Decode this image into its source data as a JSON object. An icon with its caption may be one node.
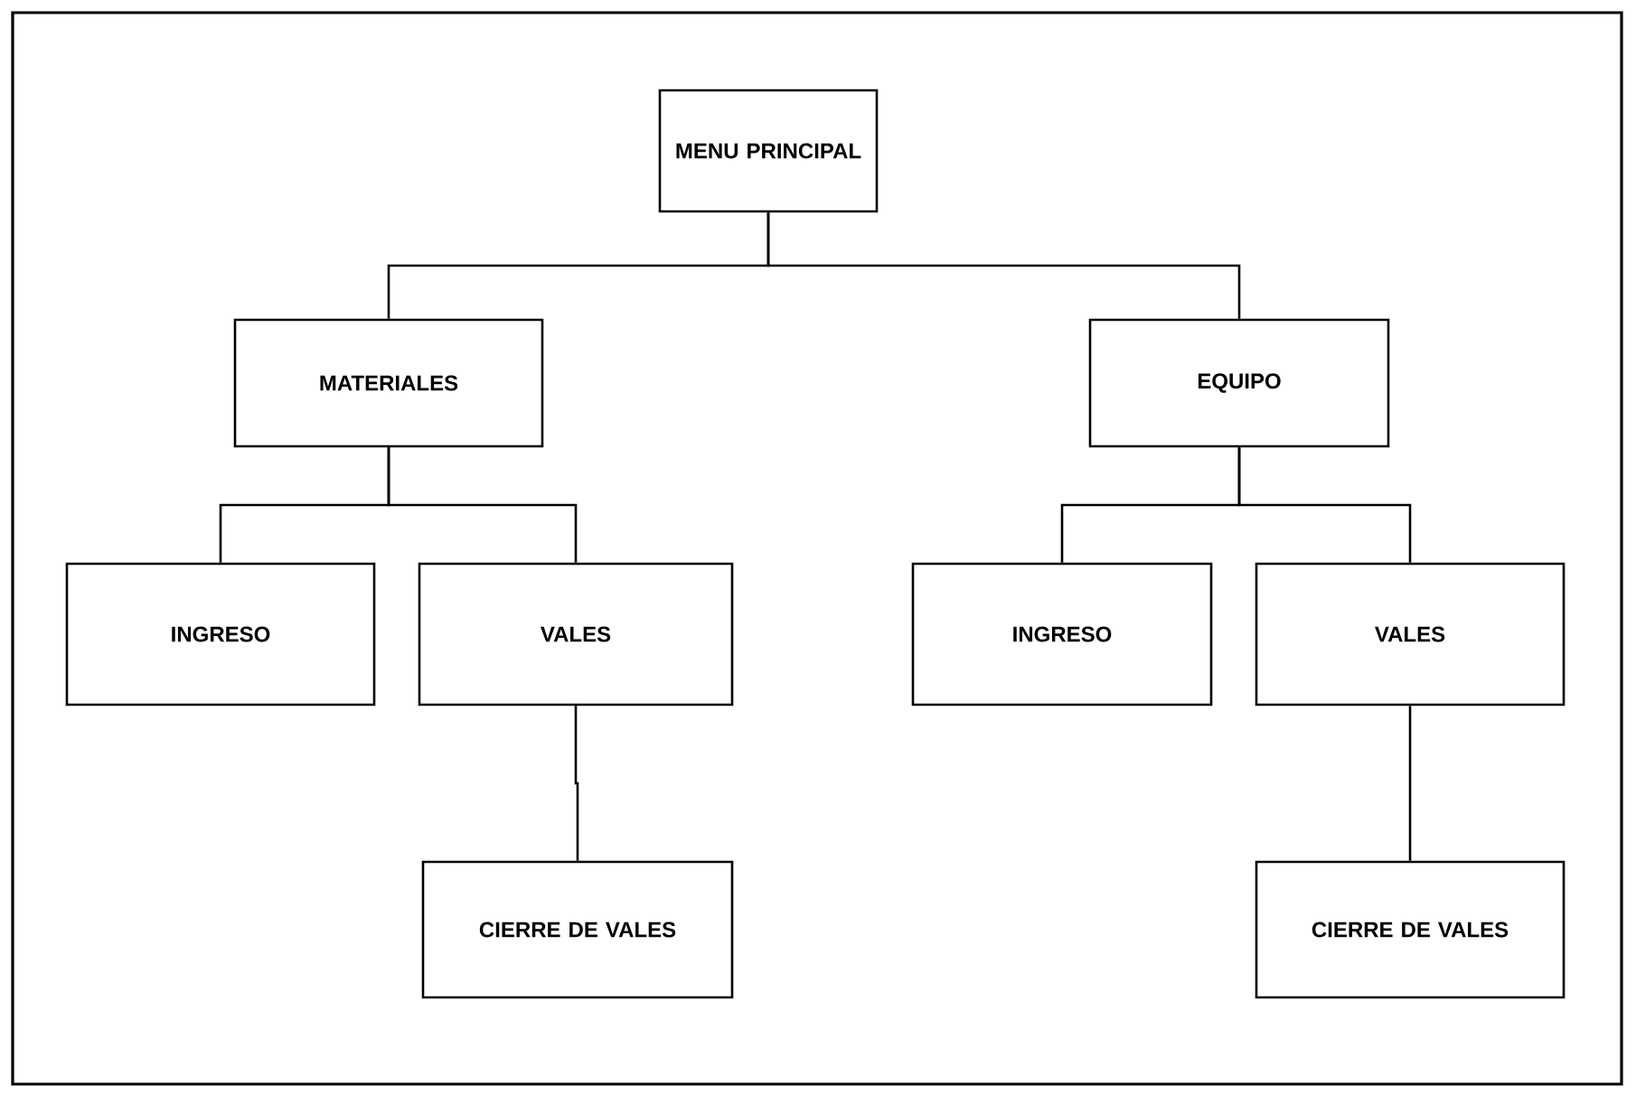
{
  "diagram": {
    "nodes": [
      {
        "text": [
          "MENU PRINCIPAL"
        ]
      },
      {
        "text": [
          "MATERIALES"
        ]
      },
      {
        "text": [
          "EQUIPO"
        ]
      },
      {
        "text": [
          "INGRESO"
        ]
      },
      {
        "text": [
          "VALES"
        ]
      },
      {
        "text": [
          "INGRESO"
        ]
      },
      {
        "text": [
          "VALES"
        ]
      },
      {
        "text": [
          "CIERRE DE VALES"
        ]
      },
      {
        "text": [
          "CIERRE DE VALES"
        ]
      }
    ],
    "edges": [
      {
        "from": 0,
        "to": 1,
        "arrow": "none"
      },
      {
        "from": 0,
        "to": 2,
        "arrow": "none"
      },
      {
        "from": 1,
        "to": 3,
        "arrow": "none"
      },
      {
        "from": 1,
        "to": 4,
        "arrow": "none"
      },
      {
        "from": 2,
        "to": 5,
        "arrow": "none"
      },
      {
        "from": 2,
        "to": 6,
        "arrow": "none"
      },
      {
        "from": 4,
        "to": 7,
        "arrow": "none"
      },
      {
        "from": 6,
        "to": 8,
        "arrow": "none"
      }
    ]
  }
}
